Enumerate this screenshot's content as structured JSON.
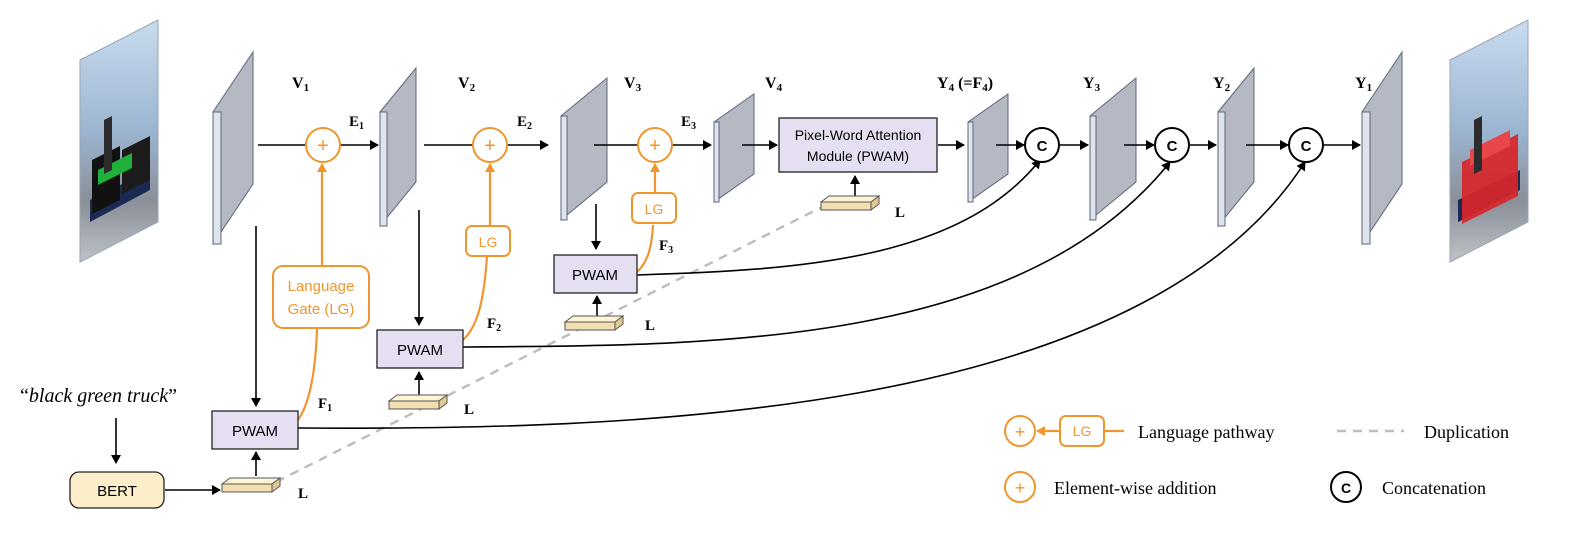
{
  "feature_labels": {
    "v1": "V",
    "v1_sub": "1",
    "v2": "V",
    "v2_sub": "2",
    "v3": "V",
    "v3_sub": "3",
    "v4": "V",
    "v4_sub": "4",
    "e1": "E",
    "e1_sub": "1",
    "e2": "E",
    "e2_sub": "2",
    "e3": "E",
    "e3_sub": "3",
    "f1": "F",
    "f1_sub": "1",
    "f2": "F",
    "f2_sub": "2",
    "f3": "F",
    "f3_sub": "3",
    "y4": "Y",
    "y4_sub": "4",
    "y4_extra": " (=F",
    "y4_extra_sub": "4",
    "y4_close": ")",
    "y3": "Y",
    "y3_sub": "3",
    "y2": "Y",
    "y2_sub": "2",
    "y1": "Y",
    "y1_sub": "1"
  },
  "modules": {
    "pwam": "PWAM",
    "pwam_big_line1": "Pixel-Word Attention",
    "pwam_big_line2": "Module (PWAM)",
    "bert": "BERT",
    "lg": "LG",
    "lg_big_line1": "Language",
    "lg_big_line2": "Gate (LG)",
    "l": "L",
    "plus": "+",
    "concat": "C"
  },
  "query": {
    "open_quote": "“",
    "text": "black green truck",
    "close_quote": "”"
  },
  "legend": {
    "language_pathway": "Language pathway",
    "duplication": "Duplication",
    "element_wise_addition": "Element-wise addition",
    "concatenation": "Concatenation",
    "lg": "LG",
    "plus": "+",
    "concat": "C"
  },
  "colors": {
    "orange": "#f0962e",
    "pwam_fill": "#e6dff2",
    "bert_fill": "#fbeec8",
    "slab_fill": "#b4b9c4"
  }
}
